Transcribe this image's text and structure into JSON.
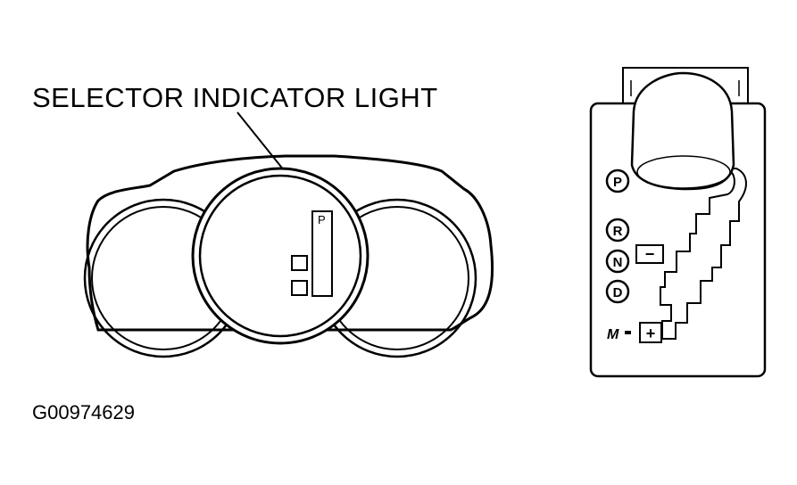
{
  "callout": {
    "label": "SELECTOR INDICATOR LIGHT"
  },
  "indicator": {
    "position_label": "P"
  },
  "shifter": {
    "positions": [
      "P",
      "R",
      "N",
      "D"
    ],
    "manual_label": "M",
    "minus_symbol": "−",
    "plus_symbol": "+"
  },
  "figure": {
    "id": "G00974629"
  }
}
